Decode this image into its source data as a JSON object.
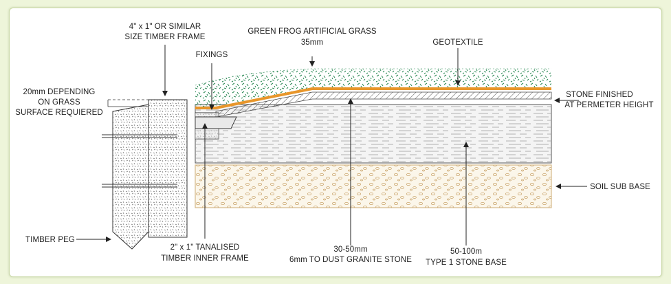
{
  "labels": {
    "grass_line1": "GREEN FROG ARTIFICIAL GRASS",
    "grass_line2": "35mm",
    "geotextile": "GEOTEXTILE",
    "timber_frame_line1": "4\" x 1\" OR SIMILAR",
    "timber_frame_line2": "SIZE TIMBER FRAME",
    "fixings": "FIXINGS",
    "depth_line1": "20mm DEPENDING",
    "depth_line2": "ON GRASS",
    "depth_line3": "SURFACE REQUIERED",
    "stone_finished_line1": "STONE FINISHED",
    "stone_finished_line2": "AT PERMETER HEIGHT",
    "soil_sub_base": "SOIL SUB BASE",
    "timber_peg": "TIMBER PEG",
    "inner_frame_line1": "2\" x 1\" TANALISED",
    "inner_frame_line2": "TIMBER INNER FRAME",
    "granite_line1": "30-50mm",
    "granite_line2": "6mm TO DUST GRANITE STONE",
    "type1_line1": "50-100m",
    "type1_line2": "TYPE 1 STONE BASE"
  },
  "colors": {
    "background": "#eef5da",
    "grass": "#2e8b57",
    "geotextile": "#e8962a",
    "soil": "#d6b98a",
    "timber": "#8c8c8c"
  }
}
